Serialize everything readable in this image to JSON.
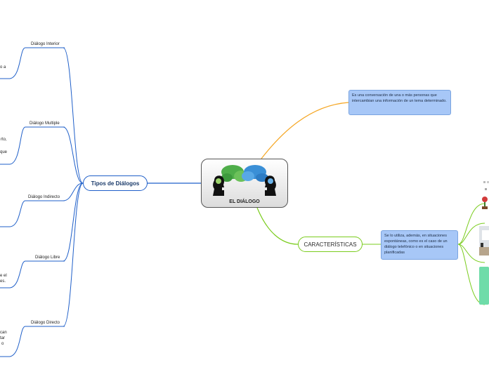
{
  "central": {
    "title": "EL DIÁLOGO"
  },
  "main_topics": {
    "tipos": "Tipos de Diálogos",
    "caracteristicas": "CARACTERÍSTICAS"
  },
  "notes": {
    "definicion": "Es una conversación de una o más personas que intercambian una información de un tema determinado.",
    "caracteristica": "Se lo utiliza, además, en situaciones espontáneas, como es el caso de un diálogo telefónico o en situaciones planificadas"
  },
  "subtopics": [
    {
      "label": "Diálogo Interior"
    },
    {
      "label": "Diálogo Multiple"
    },
    {
      "label": "Diálogo Indirecto"
    },
    {
      "label": "Diálogo Libre"
    },
    {
      "label": "Diálogo Directo"
    }
  ],
  "cut_fragments": {
    "f1": "o a",
    "f2": "rto,",
    "f3": "que",
    "f4": "e el",
    "f5": "es.",
    "f6": "can",
    "f7": "tar",
    "f8": "o"
  },
  "colors": {
    "blue_branch": "#1f5fc9",
    "orange_branch": "#f5a623",
    "green_branch": "#7acc1d",
    "note_fill": "#a7c7f7"
  }
}
